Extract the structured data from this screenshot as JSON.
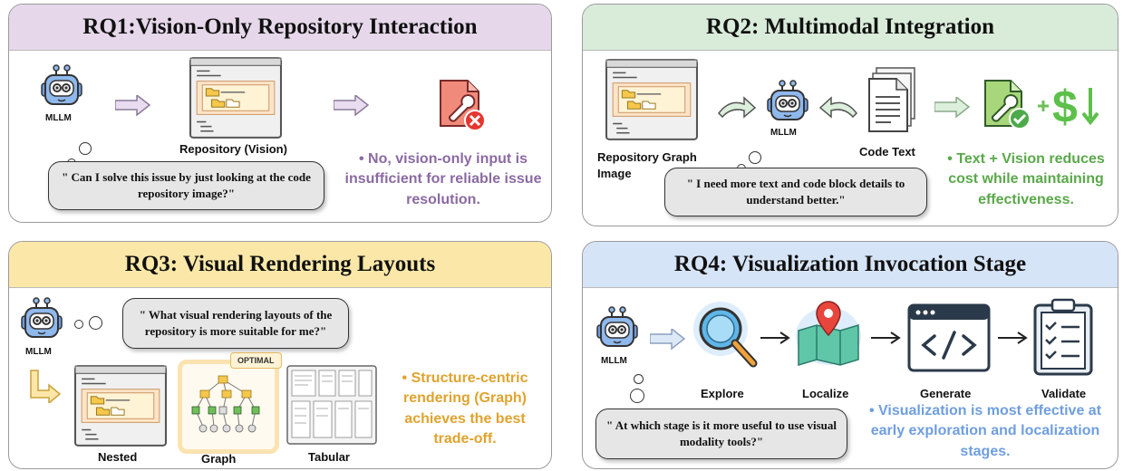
{
  "panels": {
    "rq1": {
      "title": "RQ1:Vision-Only Repository Interaction",
      "header_color": "#e6d7ea",
      "mllm": "MLLM",
      "repo_label": "Repository (Vision)",
      "question": "\" Can I solve this issue by just looking at the code repository image?\"",
      "conclusion": "• No, vision-only input is insufficient for reliable issue resolution."
    },
    "rq2": {
      "title": "RQ2: Multimodal Integration",
      "header_color": "#d9ebd9",
      "repo_label": "Repository Graph Image",
      "mllm": "MLLM",
      "code_label": "Code Text",
      "question": "\" I need more text and code block details to understand better.\"",
      "conclusion": "• Text + Vision reduces cost while maintaining effectiveness."
    },
    "rq3": {
      "title": "RQ3: Visual Rendering Layouts",
      "header_color": "#fbe8a8",
      "mllm": "MLLM",
      "question": "\" What visual rendering layouts of the repository is more suitable for me?\"",
      "layouts": [
        "Nested",
        "Graph",
        "Tabular"
      ],
      "optimal_badge": "OPTIMAL",
      "conclusion": "• Structure-centric rendering (Graph) achieves the best trade-off."
    },
    "rq4": {
      "title": "RQ4: Visualization Invocation Stage",
      "header_color": "#d6e4f7",
      "mllm": "MLLM",
      "stages": [
        "Explore",
        "Localize",
        "Generate",
        "Validate"
      ],
      "question": "\" At which stage is it more useful to use visual modality tools?\"",
      "conclusion": "• Visualization is most effective at early exploration and localization stages."
    }
  },
  "icons": [
    "robot-icon",
    "repository-window-icon",
    "wrench-error-icon",
    "document-icon",
    "wrench-check-icon",
    "dollar-down-icon",
    "magnifier-icon",
    "map-pin-icon",
    "code-window-icon",
    "clipboard-checklist-icon"
  ]
}
